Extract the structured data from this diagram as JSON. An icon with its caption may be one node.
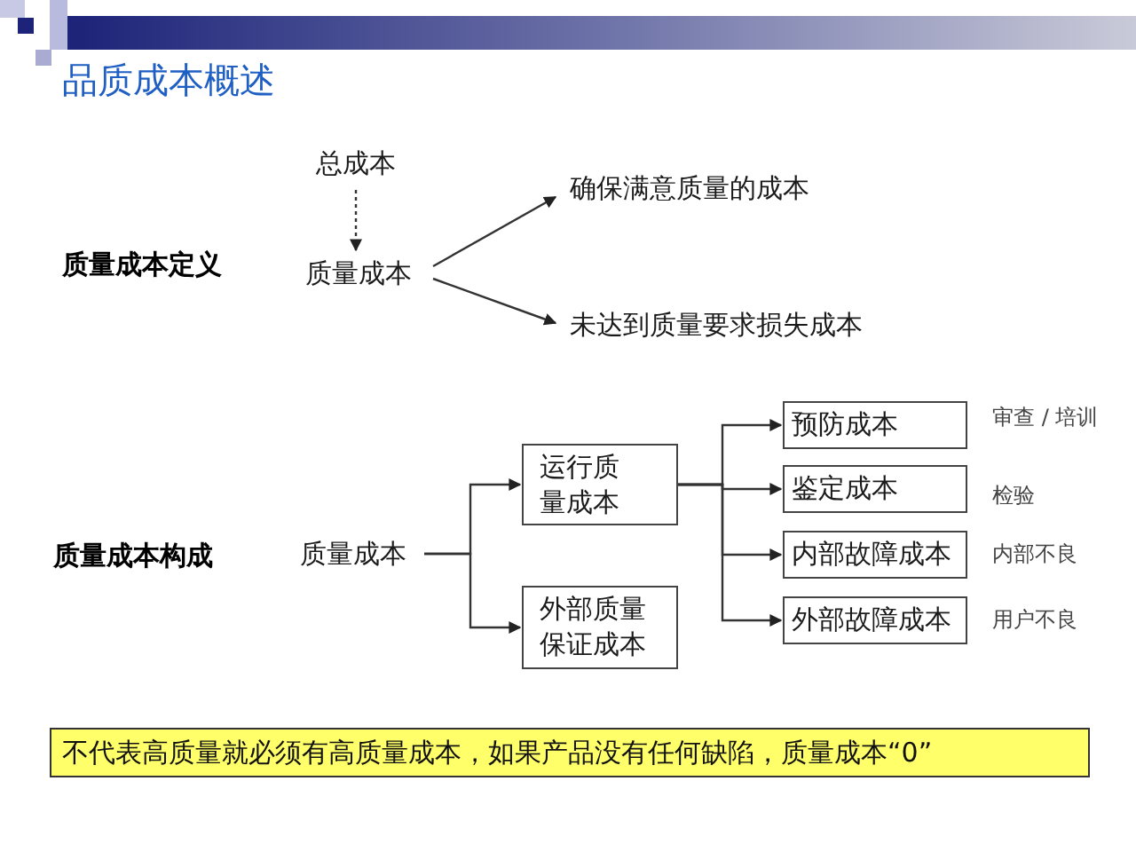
{
  "diagram": {
    "title": "品质成本概述",
    "nodes": [
      {
        "text": [
          "总成本"
        ]
      },
      {
        "text": [
          "质量成本"
        ]
      },
      {
        "text": [
          "确保满意质量的成本"
        ]
      },
      {
        "text": [
          "未达到质量要求损失成本"
        ]
      },
      {
        "text": [
          "质量成本"
        ]
      },
      {
        "text": [
          "运行质量成本"
        ]
      },
      {
        "text": [
          "外部质量保证成本"
        ]
      },
      {
        "text": [
          "预防成本"
        ],
        "beside": [
          "审查 / 培训"
        ]
      },
      {
        "text": [
          "鉴定成本"
        ],
        "beside": [
          "检验"
        ]
      },
      {
        "text": [
          "内部故障成本"
        ],
        "beside": [
          "内部不良"
        ]
      },
      {
        "text": [
          "外部故障成本"
        ],
        "beside": [
          "用户不良"
        ]
      },
      {
        "text": [
          "不代表高质量就必须有高质量成本，如果产品没有任何缺陷，质量成本“0”"
        ]
      }
    ],
    "edges": [
      {
        "from": 0,
        "to": 1,
        "arrow": "to",
        "style": "dashed"
      },
      {
        "from": 1,
        "to": 2,
        "arrow": "to"
      },
      {
        "from": 1,
        "to": 3,
        "arrow": "to"
      },
      {
        "from": 4,
        "to": 5,
        "arrow": "to"
      },
      {
        "from": 4,
        "to": 6,
        "arrow": "to"
      },
      {
        "from": 5,
        "to": 7,
        "arrow": "to"
      },
      {
        "from": 5,
        "to": 8,
        "arrow": "to"
      },
      {
        "from": 5,
        "to": 9,
        "arrow": "to"
      },
      {
        "from": 5,
        "to": 10,
        "arrow": "to"
      }
    ],
    "labels": [
      "质量成本定义",
      "质量成本构成"
    ]
  }
}
